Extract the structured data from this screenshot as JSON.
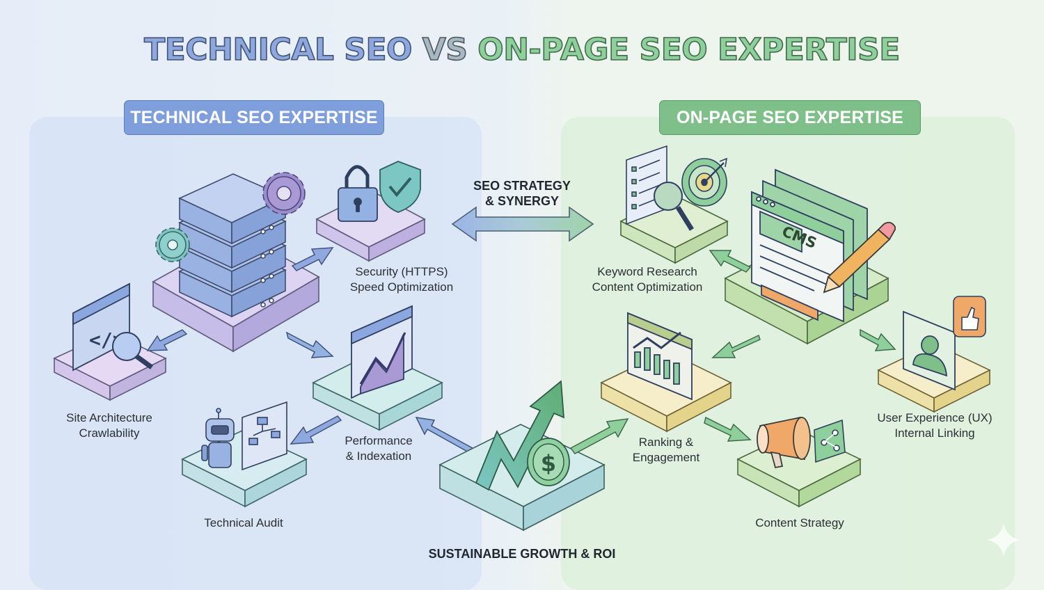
{
  "title": {
    "part1": "TECHNICAL SEO",
    "vs": " VS ",
    "part2": "ON-PAGE SEO EXPERTISE"
  },
  "sections": {
    "left_header": "TECHNICAL SEO EXPERTISE",
    "right_header": "ON-PAGE SEO EXPERTISE"
  },
  "center": {
    "line1": "SEO STRATEGY",
    "line2": "& SYNERGY"
  },
  "nodes": {
    "security": {
      "line1": "Security (HTTPS)",
      "line2": "Speed Optimization"
    },
    "site_arch": {
      "line1": "Site Architecture",
      "line2": "Crawlability"
    },
    "performance": {
      "line1": "Performance",
      "line2": "& Indexation"
    },
    "audit": {
      "line1": "Technical Audit"
    },
    "keyword": {
      "line1": "Keyword Research",
      "line2": "Content Optimization"
    },
    "ranking": {
      "line1": "Ranking &",
      "line2": "Engagement"
    },
    "ux": {
      "line1": "User Experience (UX)",
      "line2": "Internal Linking"
    },
    "content_strategy": {
      "line1": "Content Strategy"
    },
    "cms": {
      "label": "CMS"
    },
    "growth": {
      "line1": "SUSTAINABLE GROWTH & ROI",
      "currency": "$"
    }
  },
  "colors": {
    "technical": "#7f9fdc",
    "onpage": "#7fc08a",
    "purple": "#a99ad6",
    "teal": "#7cc6c4",
    "yellow": "#e8d889",
    "orange": "#f0a868"
  },
  "icons": [
    "server-icon",
    "gear-icon",
    "lock-icon",
    "shield-check-icon",
    "code-window-icon",
    "magnifier-icon",
    "chart-window-icon",
    "robot-icon",
    "sitemap-icon",
    "checklist-icon",
    "target-icon",
    "cms-window-icon",
    "pencil-icon",
    "bar-chart-icon",
    "megaphone-icon",
    "share-icon",
    "user-card-icon",
    "thumbs-up-icon",
    "growth-arrow-icon",
    "dollar-coin-icon",
    "sparkle-icon"
  ]
}
